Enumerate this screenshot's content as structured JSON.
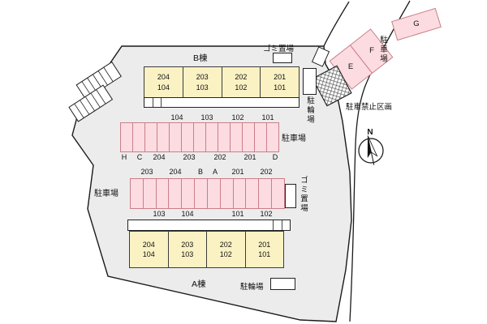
{
  "colors": {
    "site_fill": "#ececec",
    "outline": "#1a1a1a",
    "unit_fill": "#fbf2c4",
    "unit_border": "#3c3c3c",
    "parking_fill": "#fcdce0",
    "parking_border": "#c97f8a"
  },
  "buildings": {
    "b": {
      "label": "B棟",
      "units": [
        {
          "upper": "204",
          "lower": "104"
        },
        {
          "upper": "203",
          "lower": "103"
        },
        {
          "upper": "202",
          "lower": "102"
        },
        {
          "upper": "201",
          "lower": "101"
        }
      ]
    },
    "a": {
      "label": "A棟",
      "units": [
        {
          "upper": "204",
          "lower": "104"
        },
        {
          "upper": "203",
          "lower": "103"
        },
        {
          "upper": "202",
          "lower": "102"
        },
        {
          "upper": "201",
          "lower": "101"
        }
      ]
    }
  },
  "parking": {
    "row1": {
      "label": "駐車場",
      "top_labels": [
        "104",
        "103",
        "102",
        "101"
      ],
      "bottom_labels": [
        "H",
        "C",
        "204",
        "203",
        "202",
        "201",
        "D"
      ]
    },
    "row2": {
      "label": "駐車場",
      "top_labels": [
        "203",
        "204",
        "B",
        "A",
        "201",
        "202"
      ],
      "bottom_labels": [
        "103",
        "104",
        "101",
        "102"
      ]
    },
    "street": {
      "label": "駐車場",
      "spaces": [
        "E",
        "F",
        "G"
      ]
    }
  },
  "facilities": {
    "garbage_top": "ゴミ置場",
    "garbage_side": "ゴミ置場",
    "bicycle_top": "駐輪場",
    "bicycle_bottom": "駐輪場",
    "no_parking": "駐車禁止区画"
  },
  "compass": {
    "north": "N"
  }
}
